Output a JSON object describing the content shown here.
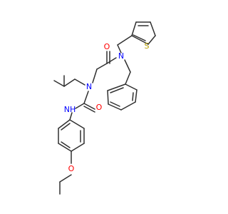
{
  "molecule": {
    "atoms": [
      {
        "id": "O1",
        "label": "O",
        "color": "#ff0000"
      },
      {
        "id": "N1",
        "label": "N",
        "color": "#0000ff"
      },
      {
        "id": "S1",
        "label": "S",
        "color": "#b8a000"
      },
      {
        "id": "N2",
        "label": "N",
        "color": "#0000ff"
      },
      {
        "id": "NH",
        "label": "NH",
        "color": "#0000ff"
      },
      {
        "id": "O2",
        "label": "O",
        "color": "#ff0000"
      },
      {
        "id": "O3",
        "label": "O",
        "color": "#ff0000"
      }
    ],
    "bond_color": "#303030"
  }
}
